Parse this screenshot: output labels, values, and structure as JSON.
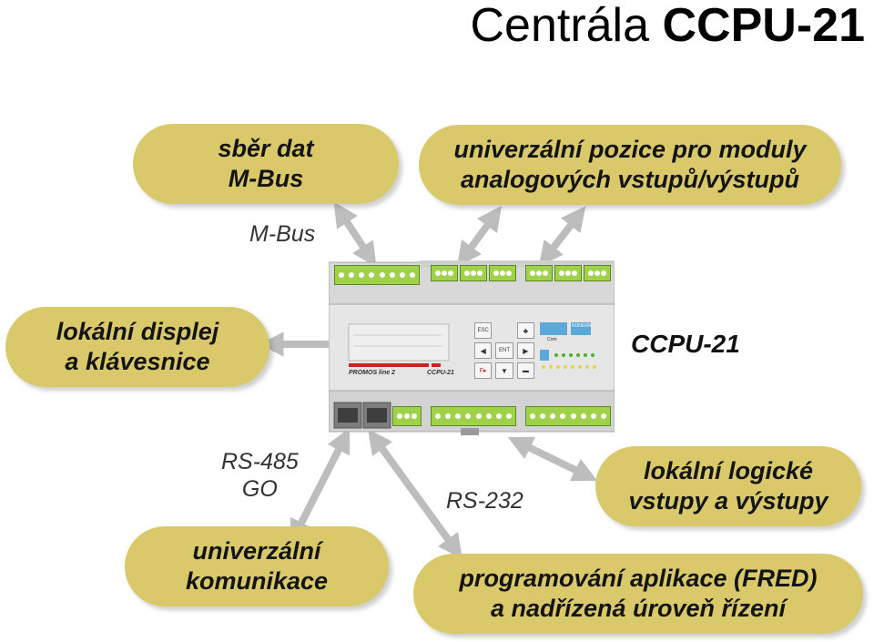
{
  "title": {
    "regular": "Centrála",
    "bold": "CCPU-21"
  },
  "bubbles": {
    "mbus": {
      "lines": [
        "sběr dat",
        "M-Bus"
      ]
    },
    "analog": {
      "lines": [
        "univerzální pozice pro moduly",
        "analogových vstupů/výstupů"
      ]
    },
    "display": {
      "lines": [
        "lokální displej",
        "a klávesnice"
      ]
    },
    "logic": {
      "lines": [
        "lokální logické",
        "vstupy a výstupy"
      ]
    },
    "comm": {
      "lines": [
        "univerzální",
        "komunikace"
      ]
    },
    "prog": {
      "lines": [
        "programování aplikace (FRED)",
        "a nadřízená úroveň řízení"
      ]
    }
  },
  "labels": {
    "mbus": "M-Bus",
    "rs485_line1": "RS-485",
    "rs485_line2": "GO",
    "rs232": "RS-232"
  },
  "device": {
    "name": "CCPU-21",
    "brand": "PROMOS line 2",
    "model": "CCPU-21",
    "keys": [
      "ESC",
      "♣",
      "◀",
      "ENT",
      "▶",
      "F▸",
      "▼",
      "▬"
    ],
    "led_labels": [
      "Com",
      "RUN",
      "ERR"
    ]
  },
  "colors": {
    "bubble": "#d9c96b",
    "arrow": "#bdbdbd",
    "terminal": "#9fd24a",
    "device": "#e4e4e4"
  }
}
